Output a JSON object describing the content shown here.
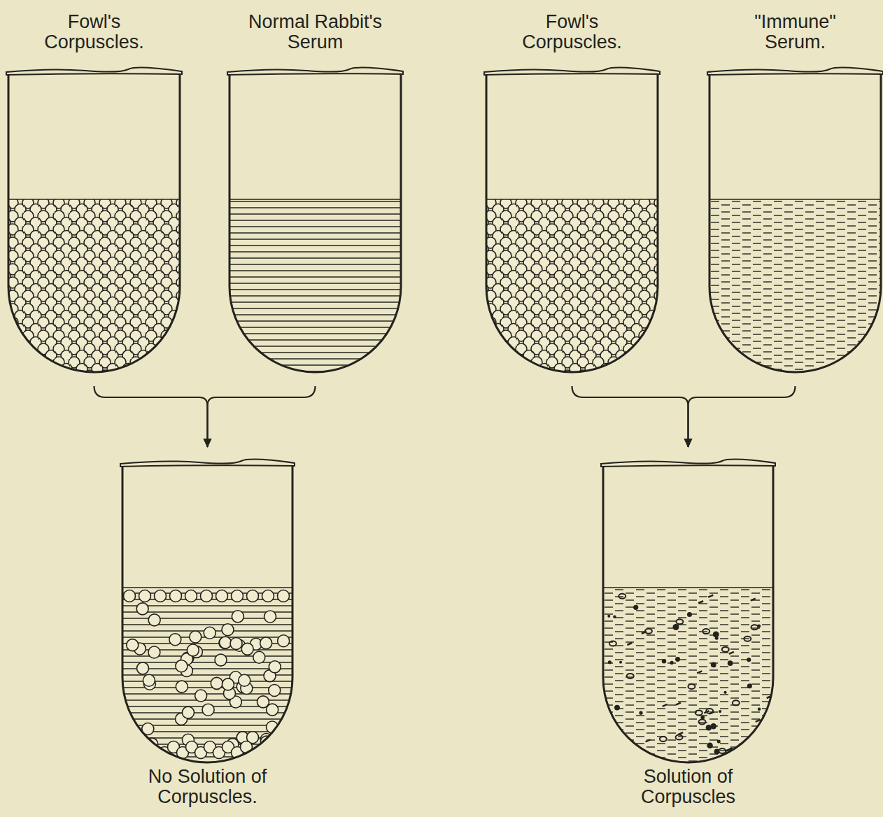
{
  "diagram": {
    "nodes": [
      {
        "text": [
          "Fowl's Corpuscles."
        ]
      },
      {
        "text": [
          "Normal Rabbit's Serum"
        ]
      },
      {
        "text": [
          "Fowl's Corpuscles."
        ]
      },
      {
        "text": [
          "\"Immune\" Serum."
        ]
      },
      {
        "text": [
          "No Solution of Corpuscles."
        ]
      },
      {
        "text": [
          "Solution of Corpuscles"
        ]
      }
    ],
    "edges": [
      {
        "from": 0,
        "to": 4,
        "arrow": "to"
      },
      {
        "from": 1,
        "to": 4,
        "arrow": "to"
      },
      {
        "from": 2,
        "to": 5,
        "arrow": "to"
      },
      {
        "from": 3,
        "to": 5,
        "arrow": "to"
      }
    ]
  }
}
